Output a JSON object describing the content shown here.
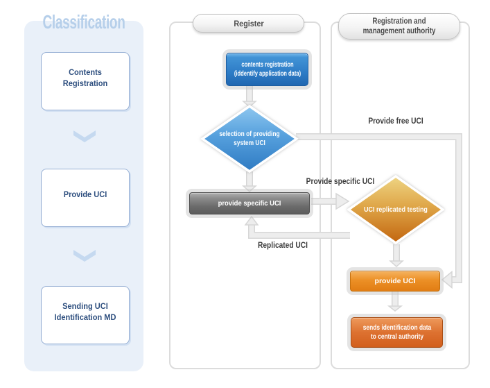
{
  "panel": {
    "title": "Classification",
    "steps": [
      {
        "lines": [
          "Contents",
          "Registration"
        ]
      },
      {
        "lines": [
          "Provide UCI",
          ""
        ]
      },
      {
        "lines": [
          "Sending UCI",
          "Identification MD"
        ]
      }
    ]
  },
  "lanes": [
    {
      "title_lines": [
        "Register",
        ""
      ]
    },
    {
      "title_lines": [
        "Registration and",
        "management authority"
      ]
    }
  ],
  "nodes": {
    "contents_registration": {
      "lines": [
        "contents registration",
        "(iddentify application data)"
      ]
    },
    "selection_system_uci": {
      "lines": [
        "selection of providing",
        "system UCI"
      ]
    },
    "provide_specific_uci": {
      "lines": [
        "provide specific UCI",
        ""
      ]
    },
    "uci_replicated_testing": {
      "lines": [
        "UCI replicated testing",
        ""
      ]
    },
    "provide_uci": {
      "lines": [
        "provide UCI",
        ""
      ]
    },
    "sends_identification": {
      "lines": [
        "sends identification data",
        "to central authority"
      ]
    }
  },
  "flow_labels": {
    "provide_free_uci": "Provide free UCI",
    "provide_specific_uci": "Provide specific UCI",
    "replicated_uci": "Replicated UCI"
  },
  "colors": {
    "panel_bg": "#e9f0f9",
    "panel_title": "#b6cfea",
    "step_border": "#96afd4",
    "step_text": "#2d4e7e",
    "chevron": "#c5d9f0",
    "lane_border": "#dcdcdc",
    "pill_text": "#4c4c4c",
    "node_blue": "#2d7cc6",
    "node_gray": "#6b6b6b",
    "node_orange": "#e17d14",
    "node_deep_orange": "#d25f1d",
    "diamond_blue_top": "#8ec7ef",
    "diamond_blue_bottom": "#2e7ac2",
    "diamond_gold_top": "#eed584",
    "diamond_gold_bottom": "#c2650f",
    "pipe_fill": "#ededed",
    "pipe_stroke": "#d6d6d6",
    "flow_label_text": "#3c3c3c"
  }
}
